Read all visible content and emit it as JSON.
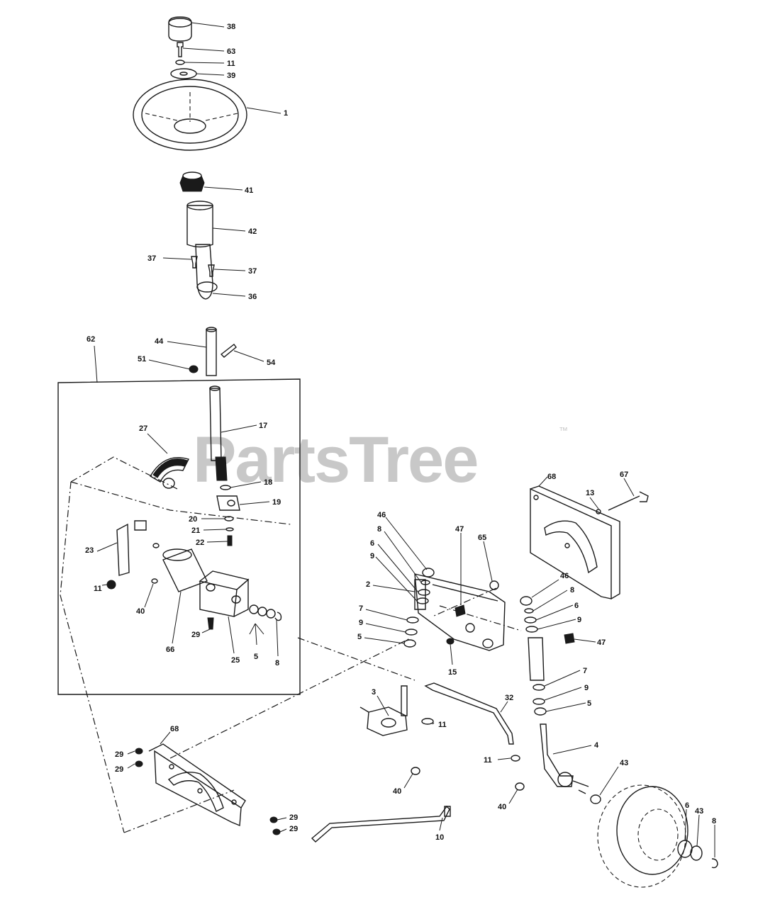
{
  "watermark": {
    "text": "PartsTree",
    "trademark": "™",
    "color": "#c8c8c8"
  },
  "callouts": {
    "c38": "38",
    "c63": "63",
    "c11a": "11",
    "c39": "39",
    "c1": "1",
    "c41": "41",
    "c42": "42",
    "c37a": "37",
    "c37b": "37",
    "c36": "36",
    "c62": "62",
    "c44": "44",
    "c54": "54",
    "c51": "51",
    "c17": "17",
    "c27": "27",
    "c18": "18",
    "c19": "19",
    "c20": "20",
    "c21": "21",
    "c22": "22",
    "c23": "23",
    "c11b": "11",
    "c40a": "40",
    "c66": "66",
    "c29a": "29",
    "c25": "25",
    "c5a": "5",
    "c8a": "8",
    "c68a": "68",
    "c13": "13",
    "c67": "67",
    "c46a": "46",
    "c8b": "8",
    "c6a": "6",
    "c9a": "9",
    "c47a": "47",
    "c65": "65",
    "c2": "2",
    "c7a": "7",
    "c9b": "9",
    "c5b": "5",
    "c15": "15",
    "c46b": "46",
    "c8c": "8",
    "c6b": "6",
    "c9c": "9",
    "c47b": "47",
    "c7b": "7",
    "c9d": "9",
    "c5c": "5",
    "c3": "3",
    "c11c": "11",
    "c32": "32",
    "c4": "4",
    "c11d": "11",
    "c40b": "40",
    "c40c": "40",
    "c43a": "43",
    "c68b": "68",
    "c29b": "29",
    "c29c": "29",
    "c29d": "29",
    "c29e": "29",
    "c10": "10",
    "c6c": "6",
    "c43b": "43",
    "c8d": "8"
  }
}
